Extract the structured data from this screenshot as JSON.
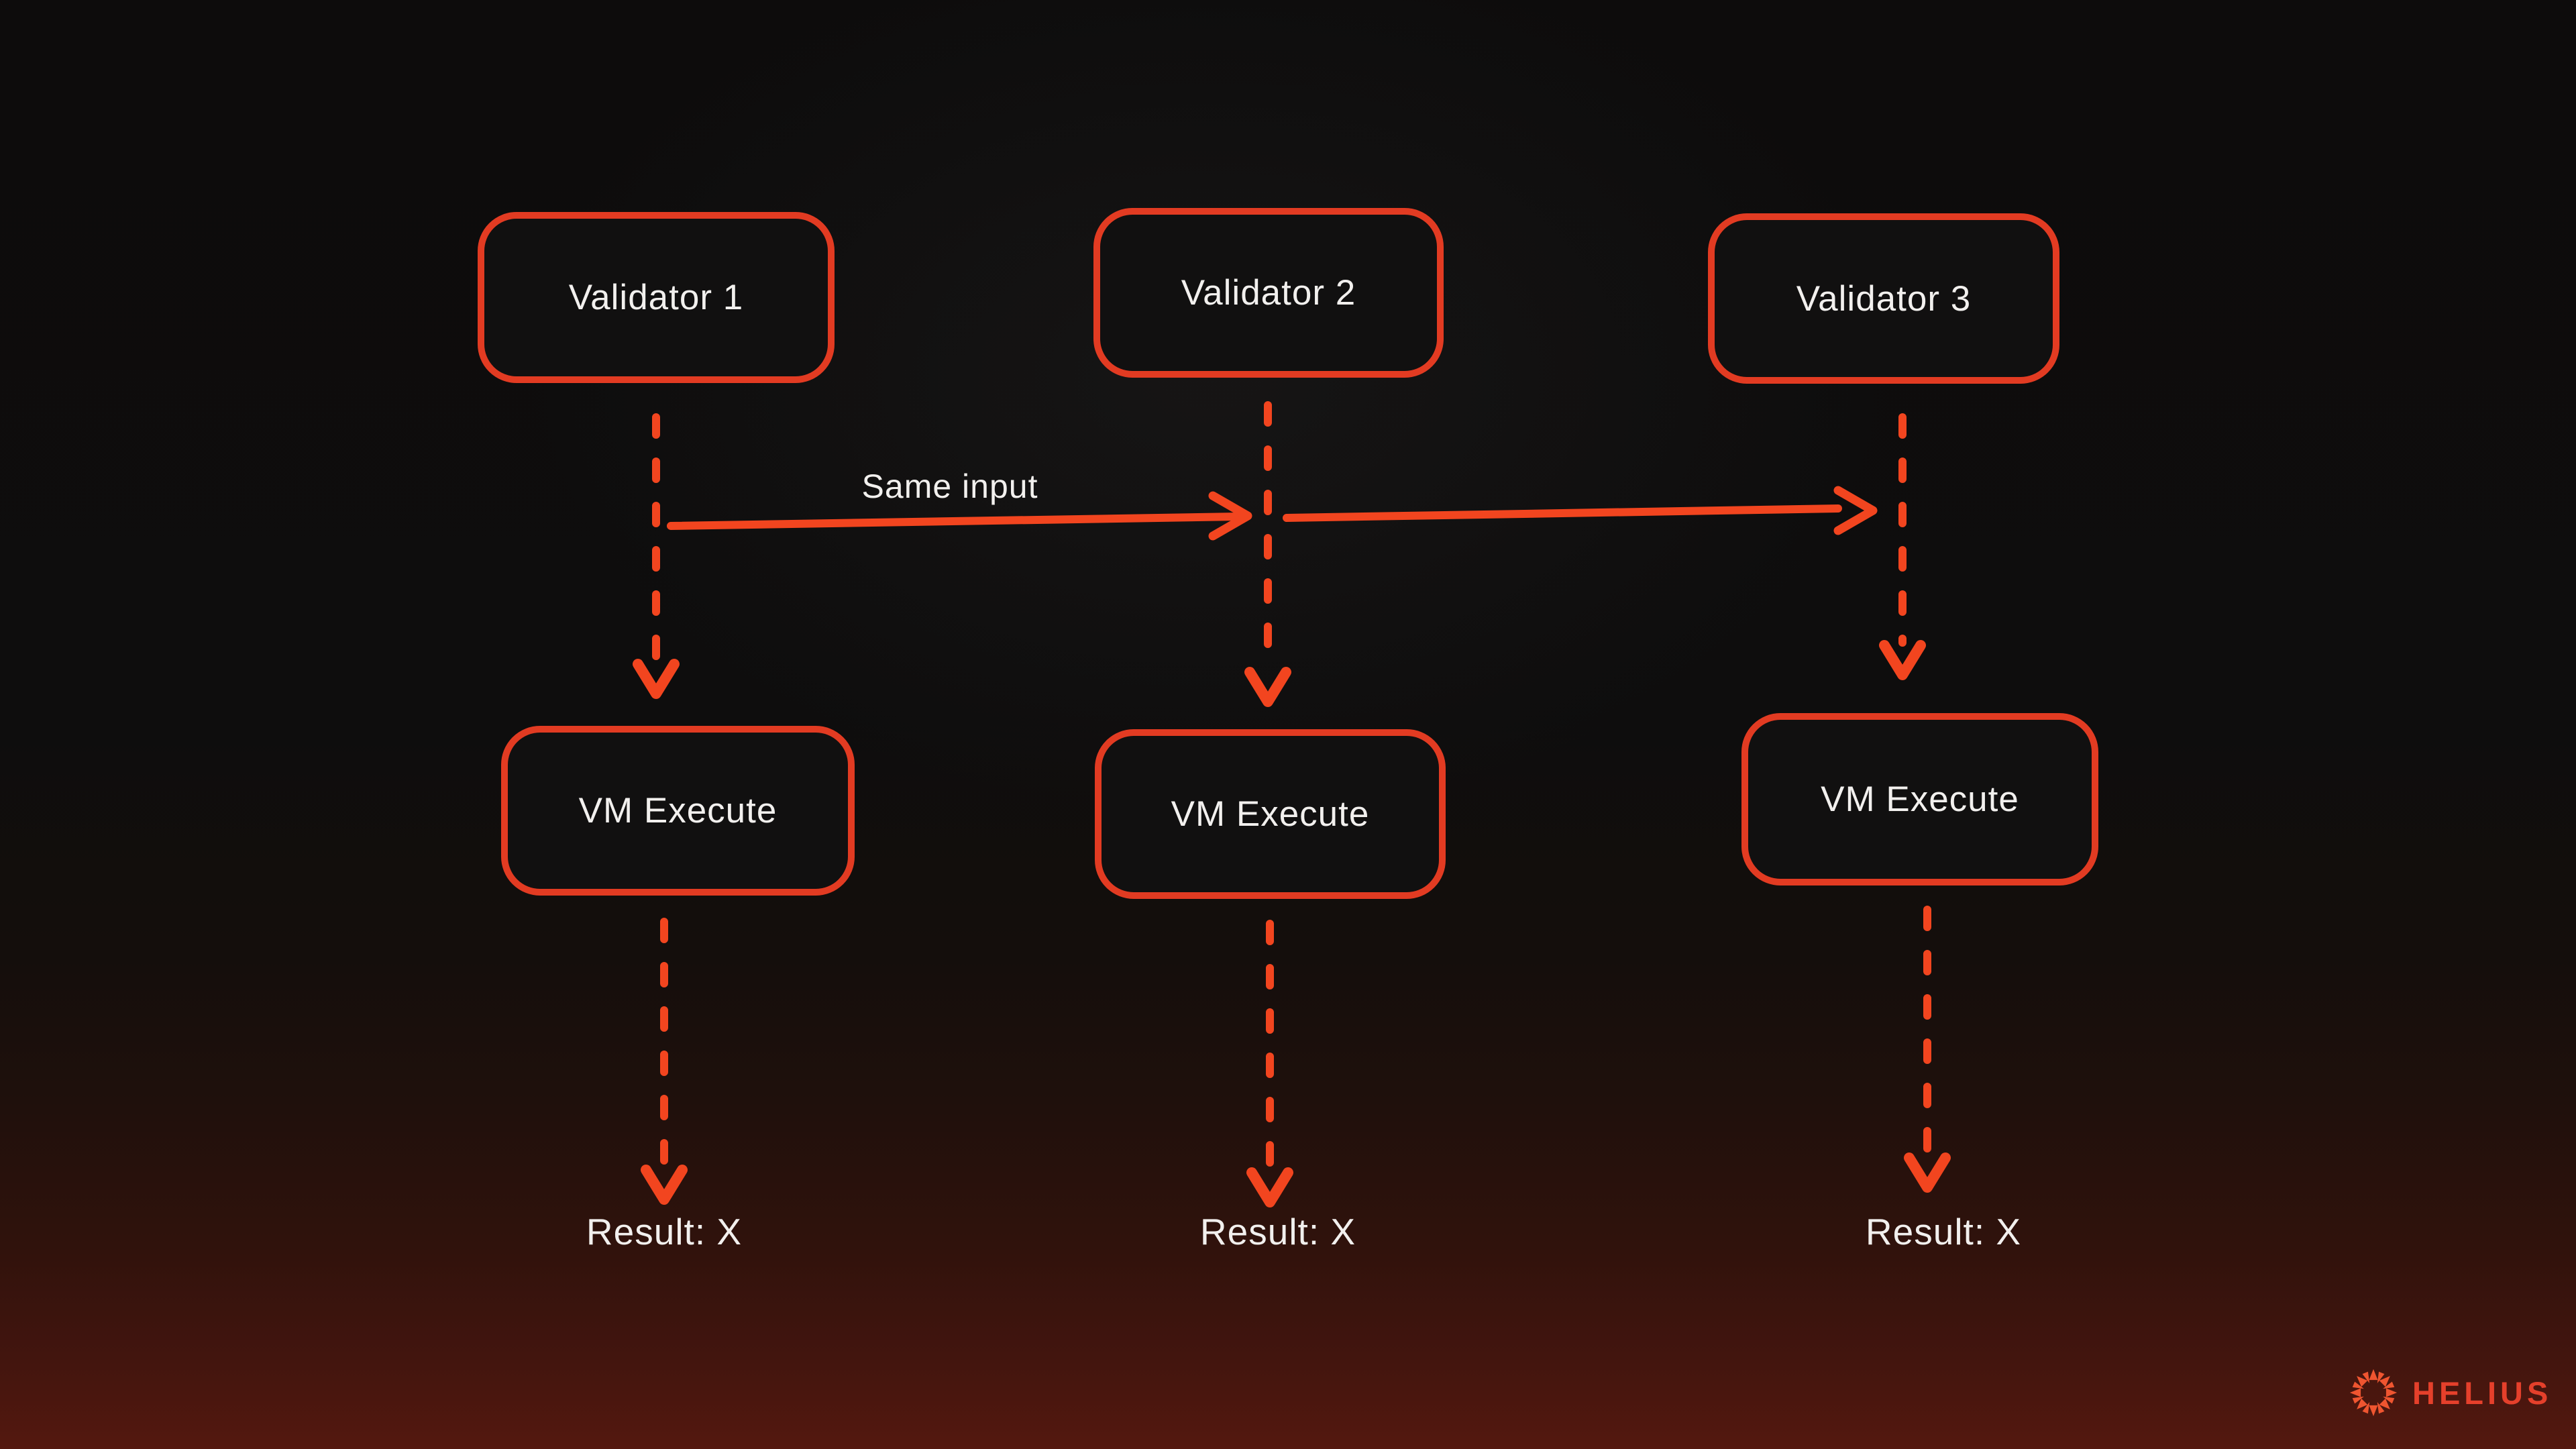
{
  "diagram": {
    "same_input_label": "Same input",
    "columns": [
      {
        "validator_label": "Validator 1",
        "vm_label": "VM Execute",
        "result_label": "Result: X"
      },
      {
        "validator_label": "Validator 2",
        "vm_label": "VM Execute",
        "result_label": "Result: X"
      },
      {
        "validator_label": "Validator 3",
        "vm_label": "VM Execute",
        "result_label": "Result: X"
      }
    ]
  },
  "branding": {
    "wordmark": "HELIUS"
  },
  "colors": {
    "background_top": "#0D0C0C",
    "background_bottom": "#54180F",
    "node_border": "#E23B22",
    "node_fill": "#111010",
    "arrow": "#F2451F",
    "text": "#F2F0EE",
    "logo_wordmark": "#E5402B",
    "logo_icon": "#EF5530"
  }
}
